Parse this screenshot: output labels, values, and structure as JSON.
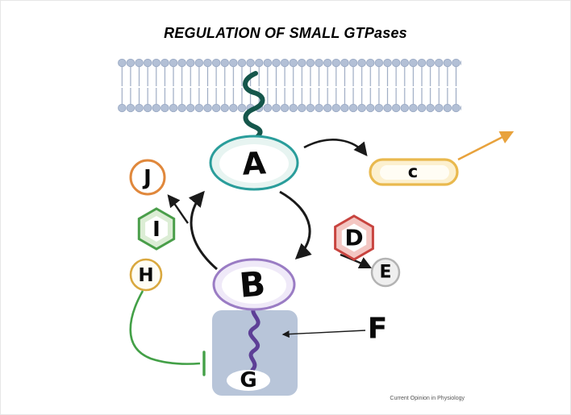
{
  "title": "REGULATION OF SMALL GTPases",
  "attribution": "Current Opinion in Physiology",
  "labels": {
    "A": "A",
    "B": "B",
    "C": "c",
    "D": "D",
    "E": "E",
    "F": "F",
    "G": "G",
    "H": "H",
    "I": "I",
    "J": "J"
  },
  "colors": {
    "membrane_head": "#b3c0d6",
    "membrane_head_stroke": "#93a3bf",
    "membrane_tail": "#9dabc3",
    "anchor": "#15564b",
    "a_stroke": "#2a9d9b",
    "a_fill": "#e7f4f1",
    "b_stroke": "#9a7cc4",
    "b_fill": "#efe9f8",
    "c_stroke": "#e9b94e",
    "c_fill": "#fcf0cf",
    "c_arrow": "#e8a23c",
    "d_stroke": "#c8443f",
    "d_fill": "#f3c6c2",
    "e_stroke": "#b3b3b3",
    "e_fill": "#efefef",
    "h_stroke": "#d9a83f",
    "i_stroke": "#4a9e4a",
    "i_fill": "#dcedd5",
    "j_stroke": "#e0883c",
    "g_fill": "#b8c5d9",
    "tail_purple": "#5d3f96",
    "inhibit_green": "#43a047",
    "arrow_black": "#1a1a1a"
  }
}
